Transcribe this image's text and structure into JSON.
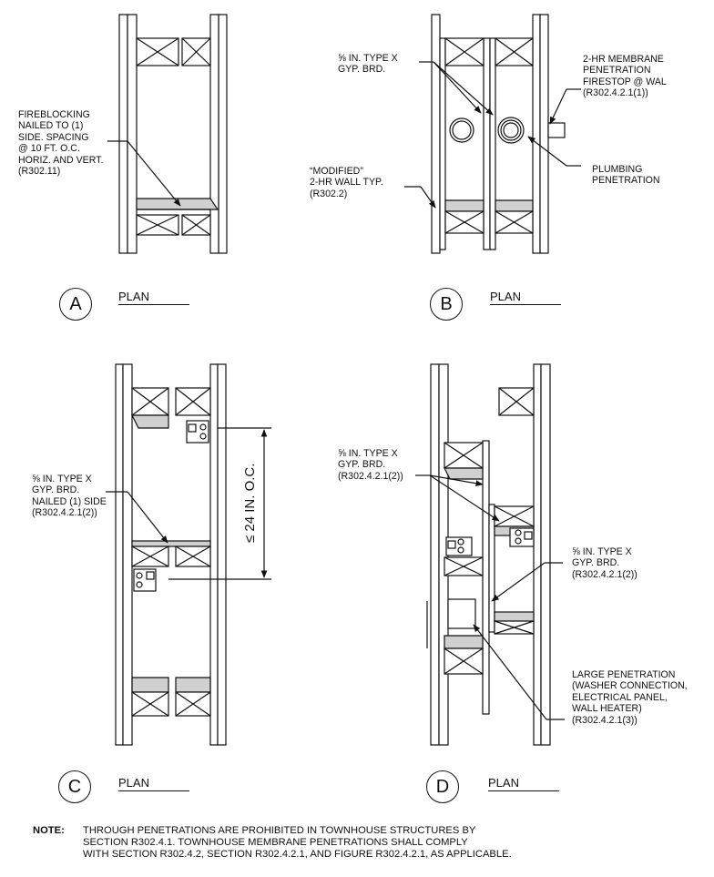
{
  "panels": {
    "a": {
      "letter": "A",
      "plan": "PLAN",
      "label1": "FIREBLOCKING\nNAILED TO (1)\nSIDE. SPACING\n@ 10 FT. O.C.\nHORIZ. AND VERT.\n(R302.11)"
    },
    "b": {
      "letter": "B",
      "plan": "PLAN",
      "label_gyp": "⅝ IN. TYPE X\nGYP. BRD.",
      "label_membrane": "2-HR MEMBRANE\nPENETRATION\nFIRESTOP @ WAL\n(R302.4.2.1(1))",
      "label_modified": "“MODIFIED”\n2-HR WALL TYP.\n(R302.2)",
      "label_plumbing": "PLUMBING\nPENETRATION"
    },
    "c": {
      "letter": "C",
      "plan": "PLAN",
      "label_gyp": "⅝ IN. TYPE X\nGYP. BRD.\nNAILED (1) SIDE\n(R302.4.2.1(2))",
      "dimension": "≤ 24 IN. O.C."
    },
    "d": {
      "letter": "D",
      "plan": "PLAN",
      "label_gyp_left": "⅝ IN. TYPE X\nGYP. BRD.\n(R302.4.2.1(2))",
      "label_gyp_right": "⅝ IN. TYPE X\nGYP. BRD.\n(R302.4.2.1(2))",
      "label_large": "LARGE PENETRATION\n(WASHER CONNECTION,\nELECTRICAL PANEL,\nWALL HEATER)\n(R302.4.2.1(3))"
    }
  },
  "note": {
    "head": "NOTE:",
    "body": "THROUGH PENETRATIONS ARE PROHIBITED IN TOWNHOUSE STRUCTURES BY\nSECTION R302.4.1. TOWNHOUSE MEMBRANE PENETRATIONS SHALL COMPLY\nWITH SECTION R302.4.2, SECTION R302.4.2.1, AND FIGURE R302.4.2.1, AS APPLICABLE."
  }
}
